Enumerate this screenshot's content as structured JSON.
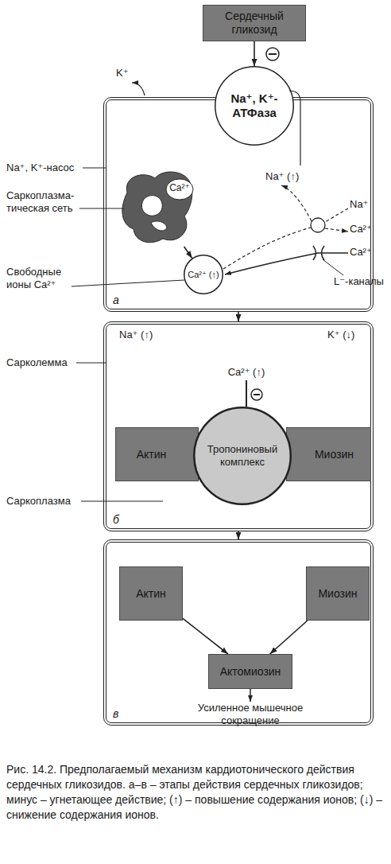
{
  "diagram": {
    "caption": "Рис. 14.2. Предполагаемый механизм кардиотонического действия сердечных гликозидов. а–в – этапы действия сердечных гликозидов; минус – угнетающее действие; (↑) – повышение содержания ионов; (↓) – снижение содержания ионов.",
    "nodes": [
      {
        "text": [
          "Сердечный гликозид"
        ]
      },
      {
        "text": [
          "а"
        ]
      },
      {
        "text": [
          "Na⁺, K⁺-АТФаза"
        ],
        "in": 1
      },
      {
        "text": [
          "Ca²⁺"
        ],
        "in": 1
      },
      {
        "text": [
          "Ca²⁺ (↑)"
        ],
        "in": 1
      },
      {
        "text": [
          "б"
        ]
      },
      {
        "text": [
          "Актин"
        ],
        "in": 5
      },
      {
        "text": [
          "Тропониновый комплекс"
        ],
        "in": 5
      },
      {
        "text": [
          "Миозин"
        ],
        "in": 5
      },
      {
        "text": [
          "в"
        ]
      },
      {
        "text": [
          "Актин"
        ],
        "in": 9
      },
      {
        "text": [
          "Миозин"
        ],
        "in": 9
      },
      {
        "text": [
          "Актомиозин"
        ],
        "in": 9
      }
    ],
    "edges": [
      {
        "from": 0,
        "to": 2,
        "arrow": "to"
      },
      {
        "from": 3,
        "to": 4,
        "arrow": "to"
      },
      {
        "from": 1,
        "to": 5,
        "arrow": "to"
      },
      {
        "from": 5,
        "to": 9,
        "arrow": "to"
      },
      {
        "from": 10,
        "to": 12,
        "arrow": "to"
      },
      {
        "from": 11,
        "to": 12,
        "arrow": "to"
      }
    ],
    "labels": [
      "K⁺",
      "Na⁺, K⁺-насос",
      "Саркоплазма-тическая сеть",
      "Свободные ионы Ca²⁺",
      "Na⁺ (↑)",
      "Na⁺",
      "Ca²⁺",
      "Ca²⁺",
      "L⁻-каналы",
      "Na⁺ (↑)",
      "K⁺ (↓)",
      "Ca²⁺ (↑)",
      "Сарколемма",
      "Саркоплазма",
      "Усиленное мышечное сокращение"
    ]
  }
}
